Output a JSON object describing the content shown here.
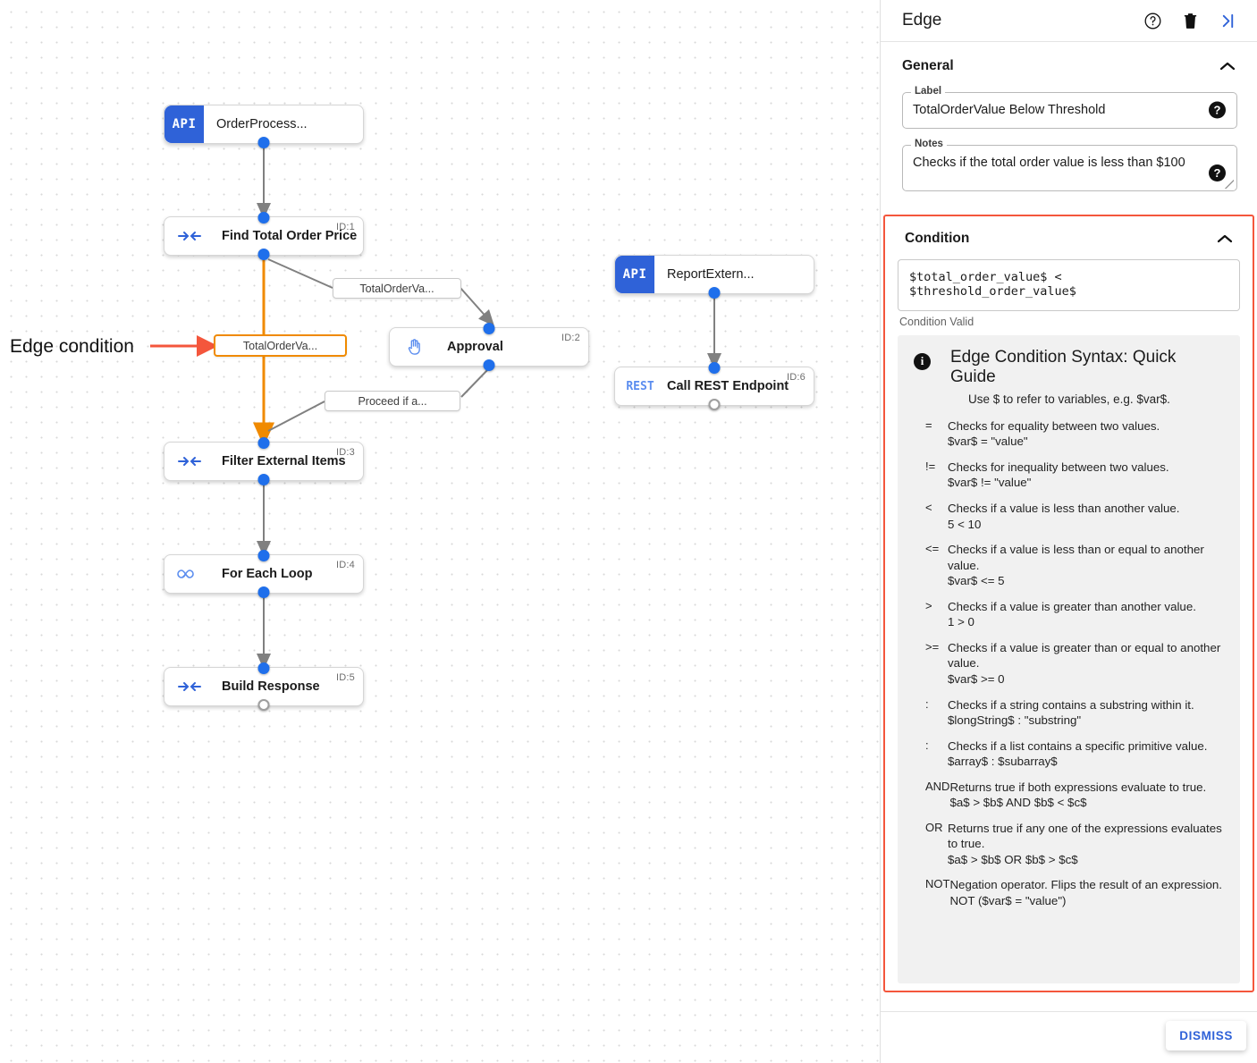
{
  "canvas": {
    "annotation": "Edge condition",
    "nodes": [
      {
        "id": "",
        "title": "OrderProcess...",
        "badge": "API",
        "kind": "api"
      },
      {
        "id": "ID:1",
        "title": "Find Total Order Price",
        "kind": "mapper"
      },
      {
        "id": "ID:2",
        "title": "Approval",
        "kind": "approval"
      },
      {
        "id": "ID:3",
        "title": "Filter External Items",
        "kind": "mapper"
      },
      {
        "id": "ID:4",
        "title": "For Each Loop",
        "kind": "loop"
      },
      {
        "id": "ID:5",
        "title": "Build Response",
        "kind": "mapper"
      },
      {
        "id": "",
        "title": "ReportExtern...",
        "badge": "API",
        "kind": "api"
      },
      {
        "id": "ID:6",
        "title": "Call REST Endpoint",
        "badge": "REST",
        "kind": "rest"
      }
    ],
    "edge_labels": [
      {
        "text": "TotalOrderVa...",
        "selected": false
      },
      {
        "text": "TotalOrderVa...",
        "selected": true
      },
      {
        "text": "Proceed if a...",
        "selected": false
      }
    ],
    "colors": {
      "selected_edge": "#f08a00",
      "edge": "#808080",
      "port": "#1f6feb",
      "annotation_arrow": "#f4563c"
    }
  },
  "panel": {
    "title": "Edge",
    "header_icons": [
      "help-icon",
      "delete-icon",
      "collapse-panel-icon"
    ],
    "general": {
      "section_label": "General",
      "label_legend": "Label",
      "label_value": "TotalOrderValue Below Threshold",
      "notes_legend": "Notes",
      "notes_value": "Checks if the total order value is less than $100"
    },
    "condition": {
      "section_label": "Condition",
      "expression": "$total_order_value$ < $threshold_order_value$",
      "validity": "Condition Valid",
      "highlight_color": "#f4563c",
      "guide": {
        "title": "Edge Condition Syntax: Quick Guide",
        "subtitle": "Use $ to refer to variables, e.g. $var$.",
        "operators": [
          {
            "symbol": "=",
            "description": "Checks for equality between two values.",
            "example": "$var$ = \"value\""
          },
          {
            "symbol": "!=",
            "description": "Checks for inequality between two values.",
            "example": "$var$ != \"value\""
          },
          {
            "symbol": "<",
            "description": "Checks if a value is less than another value.",
            "example": "5 < 10"
          },
          {
            "symbol": "<=",
            "description": "Checks if a value is less than or equal to another value.",
            "example": "$var$ <= 5"
          },
          {
            "symbol": ">",
            "description": "Checks if a value is greater than another value.",
            "example": "1 > 0"
          },
          {
            "symbol": ">=",
            "description": "Checks if a value is greater than or equal to another value.",
            "example": "$var$ >= 0"
          },
          {
            "symbol": ":",
            "description": "Checks if a string contains a substring within it.",
            "example": "$longString$ : \"substring\""
          },
          {
            "symbol": ":",
            "description": "Checks if a list contains a specific primitive value.",
            "example": "$array$ : $subarray$"
          },
          {
            "symbol": "AND",
            "description": "Returns true if both expressions evaluate to true.",
            "example": "$a$ > $b$ AND $b$ < $c$"
          },
          {
            "symbol": "OR",
            "description": "Returns true if any one of the expressions evaluates to true.",
            "example": "$a$ > $b$ OR $b$ > $c$"
          },
          {
            "symbol": "NOT",
            "description": "Negation operator. Flips the result of an expression.",
            "example": "NOT ($var$ = \"value\")"
          }
        ]
      }
    },
    "footer": {
      "dismiss_label": "DISMISS"
    }
  }
}
